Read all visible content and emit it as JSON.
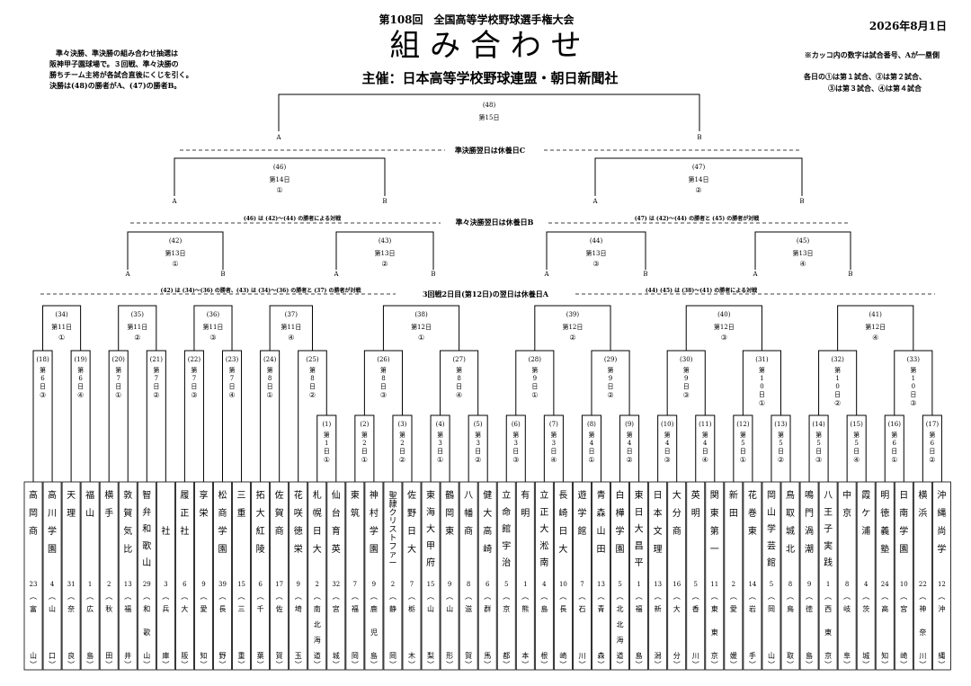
{
  "header": {
    "edition": "第108回　全国高等学校野球選手権大会",
    "title": "組 み 合 わ せ",
    "sponsor": "主催：日本高等学校野球連盟・朝日新聞社",
    "date": "2026年8月1日",
    "note_left": [
      "準々決勝、準決勝の組み合わせ抽選は",
      "阪神甲子園球場で。３回戦、準々決勝の",
      "勝ちチーム主将が各試合直後にくじを引く。",
      "決勝は(48)の勝者がA、(47)の勝者B。"
    ],
    "note_right1": "※カッコ内の数字は試合番号、Aが一塁側",
    "note_right2": [
      "各日の①は第１試合、②は第２試合、",
      "③は第３試合、④は第４試合"
    ]
  },
  "separators": {
    "s1": "準決勝翌日は休養日C",
    "s2": "準々決勝翌日は休養日B",
    "s2_left": "(46) は (42)～(44) の勝者による対戦",
    "s2_right": "(47) は (42)～(44) の勝者と (45) の勝者が対戦",
    "s3": "3回戦2日目(第12日)の翌日は休養日A",
    "s3_left": "(42) は (34)～(36) の勝者、(43) は (34)～(36) の勝者と (37) の勝者が対戦",
    "s3_right": "(44) (45) は (38)～(41) の勝者による対戦"
  },
  "top_matches": [
    {
      "no": "(48)",
      "day": "第15日",
      "slot": ""
    },
    {
      "no": "(46)",
      "day": "第14日",
      "slot": "①"
    },
    {
      "no": "(47)",
      "day": "第14日",
      "slot": "②"
    },
    {
      "no": "(42)",
      "day": "第13日",
      "slot": "①"
    },
    {
      "no": "(43)",
      "day": "第13日",
      "slot": "②"
    },
    {
      "no": "(44)",
      "day": "第13日",
      "slot": "③"
    },
    {
      "no": "(45)",
      "day": "第13日",
      "slot": "④"
    }
  ],
  "side_a": "A",
  "side_b": "B",
  "r3": [
    {
      "no": "(34)",
      "day": "第11日",
      "slot": "①"
    },
    {
      "no": "(35)",
      "day": "第11日",
      "slot": "②"
    },
    {
      "no": "(36)",
      "day": "第11日",
      "slot": "③"
    },
    {
      "no": "(37)",
      "day": "第11日",
      "slot": "④"
    },
    {
      "no": "(38)",
      "day": "第12日",
      "slot": "①"
    },
    {
      "no": "(39)",
      "day": "第12日",
      "slot": "②"
    },
    {
      "no": "(40)",
      "day": "第12日",
      "slot": "③"
    },
    {
      "no": "(41)",
      "day": "第12日",
      "slot": "④"
    }
  ],
  "r2": [
    {
      "no": "(18)",
      "day": "第6日",
      "slot": "③"
    },
    {
      "no": "(19)",
      "day": "第6日",
      "slot": "④"
    },
    {
      "no": "(20)",
      "day": "第7日",
      "slot": "①"
    },
    {
      "no": "(21)",
      "day": "第7日",
      "slot": "②"
    },
    {
      "no": "(22)",
      "day": "第7日",
      "slot": "③"
    },
    {
      "no": "(23)",
      "day": "第7日",
      "slot": "④"
    },
    {
      "no": "(24)",
      "day": "第8日",
      "slot": "①"
    },
    {
      "no": "(25)",
      "day": "第8日",
      "slot": "②"
    },
    {
      "no": "(26)",
      "day": "第8日",
      "slot": "③"
    },
    {
      "no": "(27)",
      "day": "第8日",
      "slot": "④"
    },
    {
      "no": "(28)",
      "day": "第9日",
      "slot": "①"
    },
    {
      "no": "(29)",
      "day": "第9日",
      "slot": "②"
    },
    {
      "no": "(30)",
      "day": "第9日",
      "slot": "③"
    },
    {
      "no": "(31)",
      "day": "第10日",
      "slot": "①"
    },
    {
      "no": "(32)",
      "day": "第10日",
      "slot": "②"
    },
    {
      "no": "(33)",
      "day": "第10日",
      "slot": "③"
    }
  ],
  "r1": [
    {
      "no": "(1)",
      "day": "第1日",
      "slot": "①"
    },
    {
      "no": "(2)",
      "day": "第2日",
      "slot": "①"
    },
    {
      "no": "(3)",
      "day": "第2日",
      "slot": "②"
    },
    {
      "no": "(4)",
      "day": "第3日",
      "slot": "①"
    },
    {
      "no": "(5)",
      "day": "第3日",
      "slot": "②"
    },
    {
      "no": "(6)",
      "day": "第3日",
      "slot": "③"
    },
    {
      "no": "(7)",
      "day": "第3日",
      "slot": "④"
    },
    {
      "no": "(8)",
      "day": "第4日",
      "slot": "①"
    },
    {
      "no": "(9)",
      "day": "第4日",
      "slot": "②"
    },
    {
      "no": "(10)",
      "day": "第4日",
      "slot": "③"
    },
    {
      "no": "(11)",
      "day": "第4日",
      "slot": "④"
    },
    {
      "no": "(12)",
      "day": "第5日",
      "slot": "①"
    },
    {
      "no": "(13)",
      "day": "第5日",
      "slot": "②"
    },
    {
      "no": "(14)",
      "day": "第5日",
      "slot": "③"
    },
    {
      "no": "(15)",
      "day": "第5日",
      "slot": "④"
    },
    {
      "no": "(16)",
      "day": "第6日",
      "slot": "①"
    },
    {
      "no": "(17)",
      "day": "第6日",
      "slot": "②"
    }
  ],
  "teams": [
    {
      "name": "高岡商",
      "info": "23（富山）"
    },
    {
      "name": "高川学園",
      "info": "4（山口）"
    },
    {
      "name": "天理",
      "info": "31（奈良）"
    },
    {
      "name": "福山",
      "info": "1（広島）"
    },
    {
      "name": "横手",
      "info": "2（秋田）"
    },
    {
      "name": "敦賀気比",
      "info": "13（福井）"
    },
    {
      "name": "智弁和歌山",
      "info": "29（和歌山）"
    },
    {
      "name": "社",
      "info": "3（兵庫）"
    },
    {
      "name": "履正社",
      "info": "6（大阪）"
    },
    {
      "name": "享栄",
      "info": "9（愛知）"
    },
    {
      "name": "松商学園",
      "info": "39（長野）"
    },
    {
      "name": "三重",
      "info": "15（三重）"
    },
    {
      "name": "拓大紅陵",
      "info": "6（千葉）"
    },
    {
      "name": "佐賀商",
      "info": "17（佐賀）"
    },
    {
      "name": "花咲徳栄",
      "info": "9（埼玉）"
    },
    {
      "name": "札幌日大",
      "info": "2（南北海道）"
    },
    {
      "name": "仙台育英",
      "info": "32（宮城）"
    },
    {
      "name": "東筑",
      "info": "7（福岡）"
    },
    {
      "name": "神村学園",
      "info": "9（鹿児島）"
    },
    {
      "name": "聖隷クリストファー",
      "info": "2（静岡）"
    },
    {
      "name": "佐野日大",
      "info": "7（栃木）"
    },
    {
      "name": "東海大甲府",
      "info": "15（山梨）"
    },
    {
      "name": "鶴岡東",
      "info": "9（山形）"
    },
    {
      "name": "八幡商",
      "info": "8（滋賀）"
    },
    {
      "name": "健大高崎",
      "info": "6（群馬）"
    },
    {
      "name": "立命館宇治",
      "info": "5（京都）"
    },
    {
      "name": "有明",
      "info": "1（熊本）"
    },
    {
      "name": "立正大淞南",
      "info": "4（島根）"
    },
    {
      "name": "長崎日大",
      "info": "10（長崎）"
    },
    {
      "name": "遊学館",
      "info": "7（石川）"
    },
    {
      "name": "青森山田",
      "info": "13（青森）"
    },
    {
      "name": "白樺学園",
      "info": "5（北北海道）"
    },
    {
      "name": "東日大昌平",
      "info": "1（福島）"
    },
    {
      "name": "日本文理",
      "info": "13（新潟）"
    },
    {
      "name": "大分商",
      "info": "16（大分）"
    },
    {
      "name": "英明",
      "info": "5（香川）"
    },
    {
      "name": "関東第一",
      "info": "11（東東京）"
    },
    {
      "name": "新田",
      "info": "2（愛媛）"
    },
    {
      "name": "花巻東",
      "info": "14（岩手）"
    },
    {
      "name": "岡山学芸館",
      "info": "5（岡山）"
    },
    {
      "name": "鳥取城北",
      "info": "8（鳥取）"
    },
    {
      "name": "鳴門渦潮",
      "info": "9（徳島）"
    },
    {
      "name": "八王子実践",
      "info": "1（西東京）"
    },
    {
      "name": "中京",
      "info": "8（岐阜）"
    },
    {
      "name": "霞ケ浦",
      "info": "4（茨城）"
    },
    {
      "name": "明徳義塾",
      "info": "24（高知）"
    },
    {
      "name": "日南学園",
      "info": "10（宮崎）"
    },
    {
      "name": "横浜",
      "info": "22（神奈川）"
    },
    {
      "name": "沖縄尚学",
      "info": "12（沖縄）"
    }
  ]
}
